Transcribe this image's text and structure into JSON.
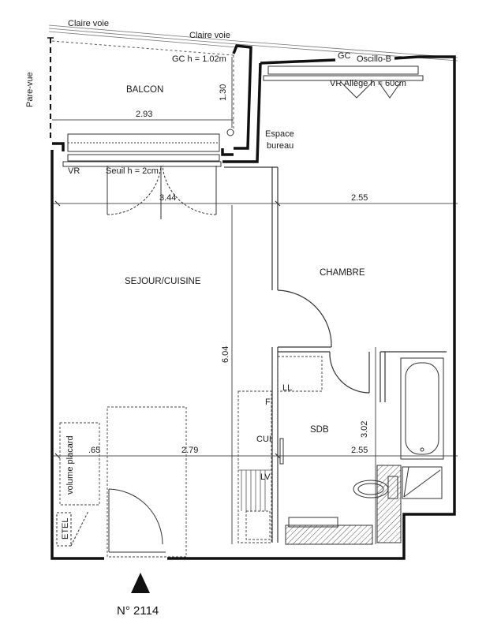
{
  "rooms": {
    "balcon": "BALCON",
    "sejour": "SEJOUR/CUISINE",
    "chambre": "CHAMBRE",
    "sdb": "SDB",
    "espace_bureau_1": "Espace",
    "espace_bureau_2": "bureau"
  },
  "labels": {
    "claire_voie_1": "Claire voie",
    "claire_voie_2": "Claire voie",
    "pare_vue": "Pare-vue",
    "gc_h": "GC h = 1.02m",
    "gc": "GC",
    "oscillo": "Oscillo-B",
    "vr_allege": "VR Allège h = 60cm",
    "vr": "VR",
    "seuil": "Seuil h = 2cm",
    "ll": "LL",
    "f": "F",
    "cui": "CUI",
    "lv": "LV",
    "volume_placard": "volume placard",
    "etel": "ETEL"
  },
  "dimensions": {
    "d_130": "1.30",
    "d_293": "2.93",
    "d_344": "3.44",
    "d_255_top": "2.55",
    "d_604": "6.04",
    "d_302": "3.02",
    "d_065": ".65",
    "d_279": "2.79",
    "d_255_bottom": "2.55"
  },
  "unit_number": "N° 2114",
  "colors": {
    "wall": "#111111",
    "line": "#333333",
    "hatch": "#555555"
  }
}
